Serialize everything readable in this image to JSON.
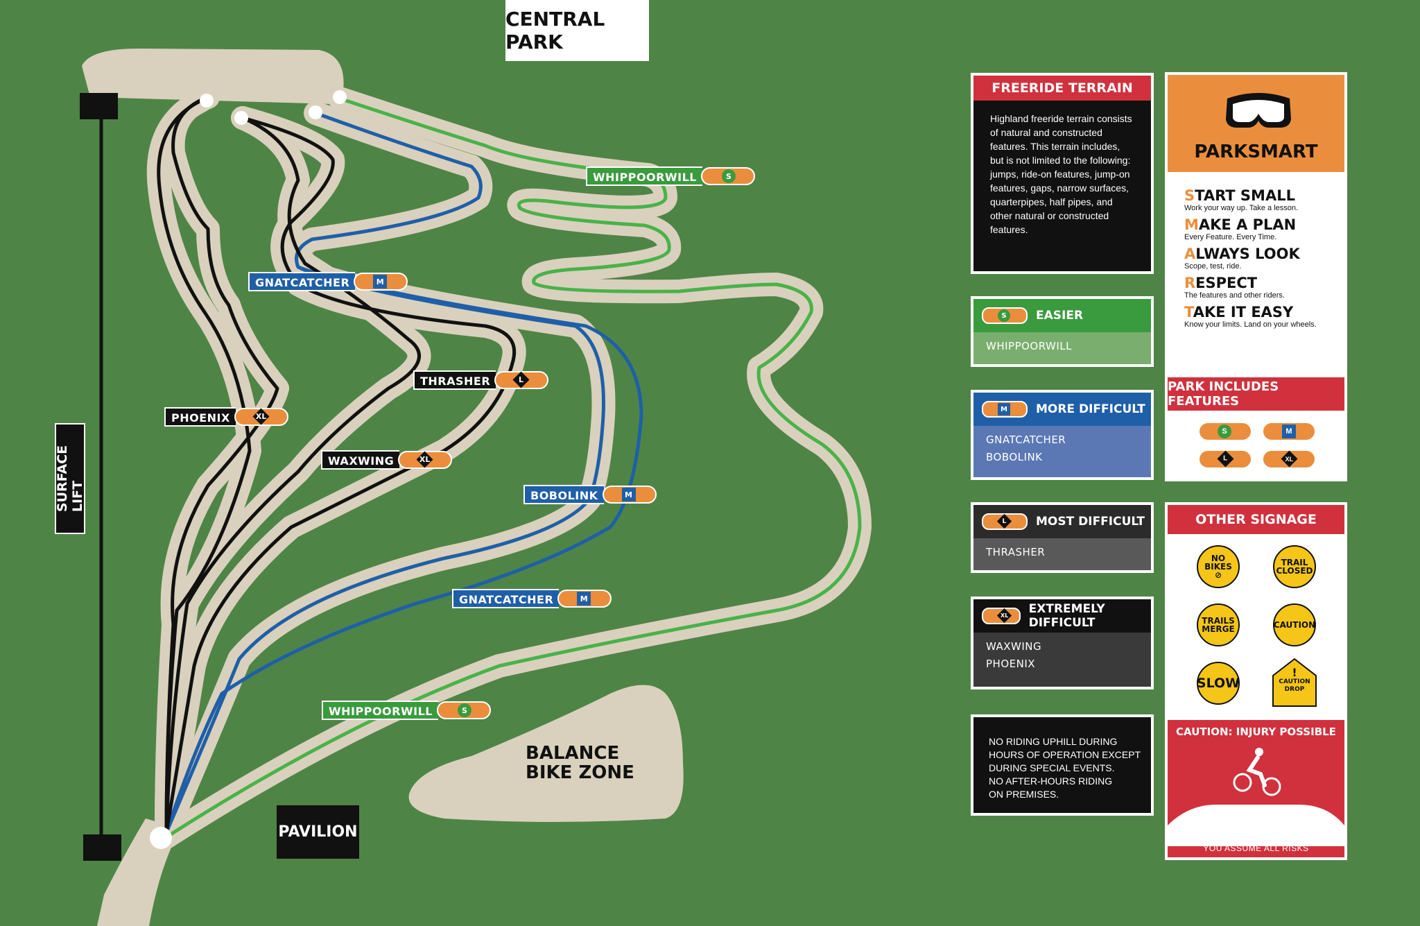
{
  "map": {
    "header": "CENTRAL PARK",
    "surface_lift": "SURFACE LIFT",
    "pavilion": "PAVILION",
    "balance_bike": [
      "BALANCE",
      "BIKE ZONE"
    ],
    "trail_labels": [
      {
        "name": "WHIPPOORWILL",
        "level": "S",
        "color": "#3a9a3e"
      },
      {
        "name": "GNATCATCHER",
        "level": "M",
        "color": "#1f5fa8"
      },
      {
        "name": "THRASHER",
        "level": "L",
        "color": "#111111"
      },
      {
        "name": "PHOENIX",
        "level": "XL",
        "color": "#111111"
      },
      {
        "name": "WAXWING",
        "level": "XL",
        "color": "#111111"
      },
      {
        "name": "BOBOLINK",
        "level": "M",
        "color": "#1f5fa8"
      },
      {
        "name": "GNATCATCHER",
        "level": "M",
        "color": "#1f5fa8"
      },
      {
        "name": "WHIPPOORWILL",
        "level": "S",
        "color": "#3a9a3e"
      }
    ]
  },
  "freeride": {
    "title": "FREERIDE TERRAIN",
    "text": "Highland freeride terrain consists of natural and constructed features. This terrain includes, but is not limited to the following: jumps, ride-on features, jump-on features, gaps, narrow surfaces, quarterpipes, half pipes, and other natural or constructed features."
  },
  "legend": [
    {
      "symbol": "S",
      "title": "EASIER",
      "trails": [
        "WHIPPOORWILL"
      ],
      "head": "#3a9a3e",
      "body": "#7aae6e"
    },
    {
      "symbol": "M",
      "title": "MORE DIFFICULT",
      "trails": [
        "GNATCATCHER",
        "BOBOLINK"
      ],
      "head": "#1f5fa8",
      "body": "#5b78b4"
    },
    {
      "symbol": "L",
      "title": "MOST DIFFICULT",
      "trails": [
        "THRASHER"
      ],
      "head": "#2b2b2b",
      "body": "#595959"
    },
    {
      "symbol": "XL",
      "title": "EXTREMELY DIFFICULT",
      "trails": [
        "WAXWING",
        "PHOENIX"
      ],
      "head": "#111111",
      "body": "#3a3a3a"
    }
  ],
  "rules": {
    "lines": [
      "NO RIDING UPHILL DURING",
      "HOURS OF OPERATION EXCEPT",
      "DURING SPECIAL EVENTS.",
      "NO AFTER-HOURS RIDING",
      "ON PREMISES."
    ]
  },
  "parksmart": {
    "title": "PARKSMART",
    "items": [
      {
        "first": "S",
        "rest": "TART SMALL",
        "sub": "Work your way up. Take a lesson."
      },
      {
        "first": "M",
        "rest": "AKE A PLAN",
        "sub": "Every Feature. Every Time."
      },
      {
        "first": "A",
        "rest": "LWAYS LOOK",
        "sub": "Scope, test, ride."
      },
      {
        "first": "R",
        "rest": "ESPECT",
        "sub": "The features and other riders."
      },
      {
        "first": "T",
        "rest": "AKE IT EASY",
        "sub": "Know your limits. Land on your wheels."
      }
    ],
    "features_title": "PARK INCLUDES FEATURES",
    "features": [
      "S",
      "M",
      "L",
      "XL"
    ]
  },
  "signage": {
    "title": "OTHER SIGNAGE",
    "signs": [
      {
        "name": "no-bikes",
        "lines": [
          "NO",
          "BIKES"
        ]
      },
      {
        "name": "trail-closed",
        "lines": [
          "TRAIL",
          "CLOSED"
        ]
      },
      {
        "name": "trails-merge",
        "lines": [
          "TRAILS",
          "MERGE"
        ]
      },
      {
        "name": "caution",
        "lines": [
          "CAUTION"
        ]
      },
      {
        "name": "slow",
        "lines": [
          "SLOW"
        ]
      },
      {
        "name": "caution-drop",
        "lines": [
          "!",
          "CAUTION",
          "DROP"
        ]
      }
    ],
    "caution_title": "CAUTION: INJURY POSSIBLE",
    "assume": "YOU ASSUME ALL RISKS"
  },
  "colors": {
    "grass": "#4f8447",
    "path": "#d9d1bd",
    "green": "#3a9a3e",
    "blue": "#1f5fa8",
    "orange": "#ea8e3d",
    "red": "#d0313d"
  }
}
